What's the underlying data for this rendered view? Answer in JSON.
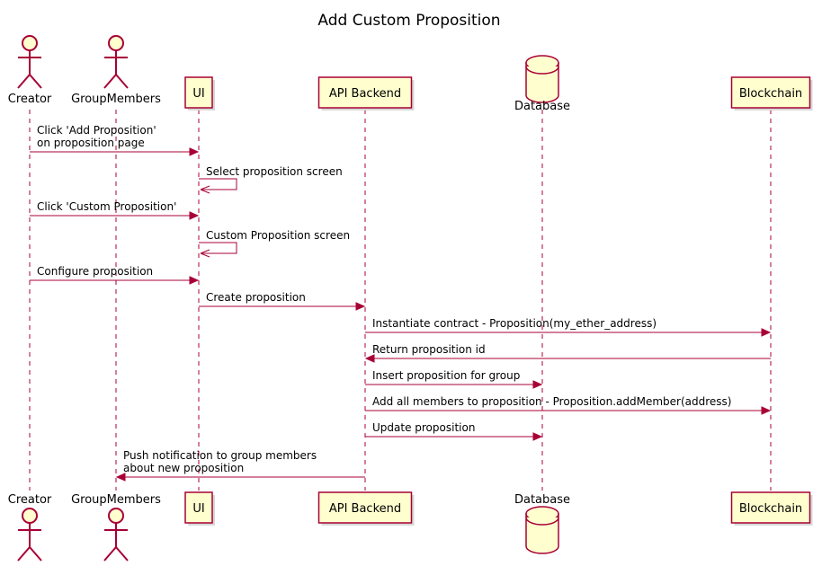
{
  "diagram": {
    "title": "Add Custom Proposition",
    "participants": [
      {
        "id": "creator",
        "label": "Creator",
        "kind": "actor"
      },
      {
        "id": "group",
        "label": "GroupMembers",
        "kind": "actor"
      },
      {
        "id": "ui",
        "label": "UI",
        "kind": "participant"
      },
      {
        "id": "api",
        "label": "API Backend",
        "kind": "participant"
      },
      {
        "id": "db",
        "label": "Database",
        "kind": "database"
      },
      {
        "id": "chain",
        "label": "Blockchain",
        "kind": "participant"
      }
    ],
    "messages": [
      {
        "from": "creator",
        "to": "ui",
        "lines": [
          "Click 'Add Proposition'",
          "on proposition page"
        ]
      },
      {
        "from": "ui",
        "to": "ui",
        "lines": [
          "Select proposition screen"
        ]
      },
      {
        "from": "creator",
        "to": "ui",
        "lines": [
          "Click 'Custom Proposition'"
        ]
      },
      {
        "from": "ui",
        "to": "ui",
        "lines": [
          "Custom Proposition screen"
        ]
      },
      {
        "from": "creator",
        "to": "ui",
        "lines": [
          "Configure proposition"
        ]
      },
      {
        "from": "ui",
        "to": "api",
        "lines": [
          "Create proposition"
        ]
      },
      {
        "from": "api",
        "to": "chain",
        "lines": [
          "Instantiate contract - Proposition(my_ether_address)"
        ]
      },
      {
        "from": "chain",
        "to": "api",
        "lines": [
          "Return proposition id"
        ]
      },
      {
        "from": "api",
        "to": "db",
        "lines": [
          "Insert proposition for group"
        ]
      },
      {
        "from": "api",
        "to": "chain",
        "lines": [
          "Add all members to proposition - Proposition.addMember(address)"
        ]
      },
      {
        "from": "api",
        "to": "db",
        "lines": [
          "Update proposition"
        ]
      },
      {
        "from": "api",
        "to": "group",
        "lines": [
          "Push notification to group members",
          "about new proposition"
        ]
      }
    ],
    "colors": {
      "line": "#A80036",
      "fill": "#FEFECE"
    }
  }
}
